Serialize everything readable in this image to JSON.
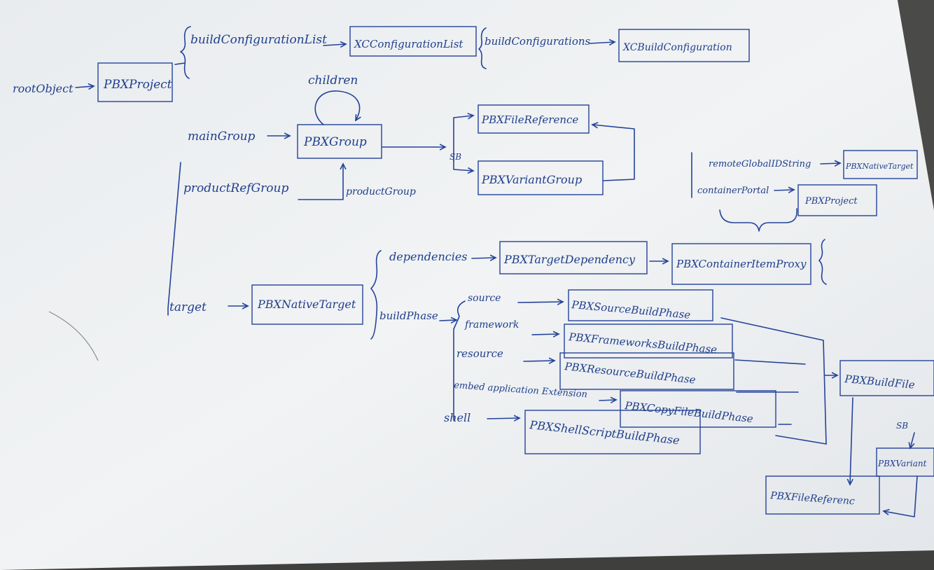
{
  "colors": {
    "ink": "#1f3f8c",
    "paper": "#eef0f2",
    "background": "#3f3f3d"
  },
  "labels": {
    "rootObject": "rootObject",
    "buildConfigurationList": "buildConfigurationList",
    "buildConfigurations": "buildConfigurations",
    "children": "children",
    "mainGroup": "mainGroup",
    "sb1": "SB",
    "productRefGroup": "productRefGroup",
    "productGroup": "productGroup",
    "remoteGlobalIDString": "remoteGlobalIDString",
    "containerPortal": "containerPortal",
    "dependencies": "dependencies",
    "target": "target",
    "buildPhase": "buildPhase",
    "source": "source",
    "framework": "framework",
    "resource": "resource",
    "embedAppExtension": "embed application Extension",
    "shell": "shell",
    "sb2": "SB"
  },
  "nodes": {
    "pbxProject": "PBXProject",
    "xcConfigurationList": "XCConfigurationList",
    "xcBuildConfiguration": "XCBuildConfiguration",
    "pbxGroup": "PBXGroup",
    "pbxFileReference": "PBXFileReference",
    "pbxVariantGroup": "PBXVariantGroup",
    "pbxNativeTargetRef": "PBXNativeTarget",
    "pbxProjectRef": "PBXProject",
    "pbxTargetDependency": "PBXTargetDependency",
    "pbxContainerItemProxy": "PBXContainerItemProxy",
    "pbxNativeTarget": "PBXNativeTarget",
    "pbxSourcesBuildPhase": "PBXSourceBuildPhase",
    "pbxFrameworksBuildPhase": "PBXFrameworksBuildPhase",
    "pbxResourcesBuildPhase": "PBXResourceBuildPhase",
    "pbxCopyFilesBuildPhase": "PBXCopyFileBuildPhase",
    "pbxShellScriptBuildPhase": "PBXShellScriptBuildPhase",
    "pbxBuildFile": "PBXBuildFile",
    "pbxVariantGroup2": "PBXVariant",
    "pbxFileReference2": "PBXFileReferenc"
  }
}
